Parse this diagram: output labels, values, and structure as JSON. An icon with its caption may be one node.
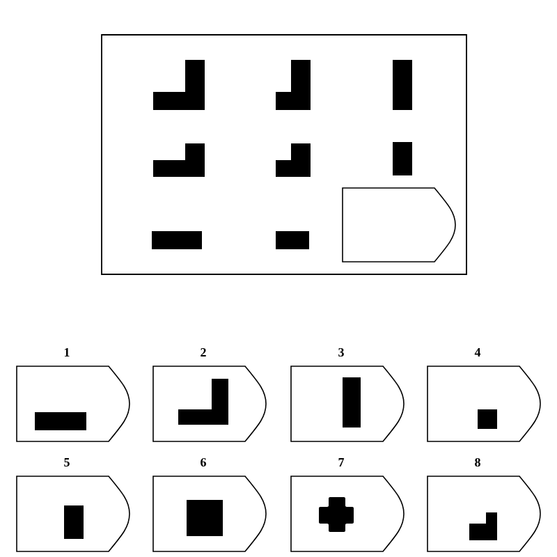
{
  "diagram": {
    "nodes": [
      {
        "text": [],
        "shape": "box"
      },
      {
        "text": [
          "1"
        ]
      },
      {
        "text": [
          "2"
        ]
      },
      {
        "text": [
          "3"
        ]
      },
      {
        "text": [
          "4"
        ]
      },
      {
        "text": [
          "5"
        ]
      },
      {
        "text": [
          "6"
        ]
      },
      {
        "text": [
          "7"
        ]
      },
      {
        "text": [
          "8"
        ]
      }
    ]
  }
}
